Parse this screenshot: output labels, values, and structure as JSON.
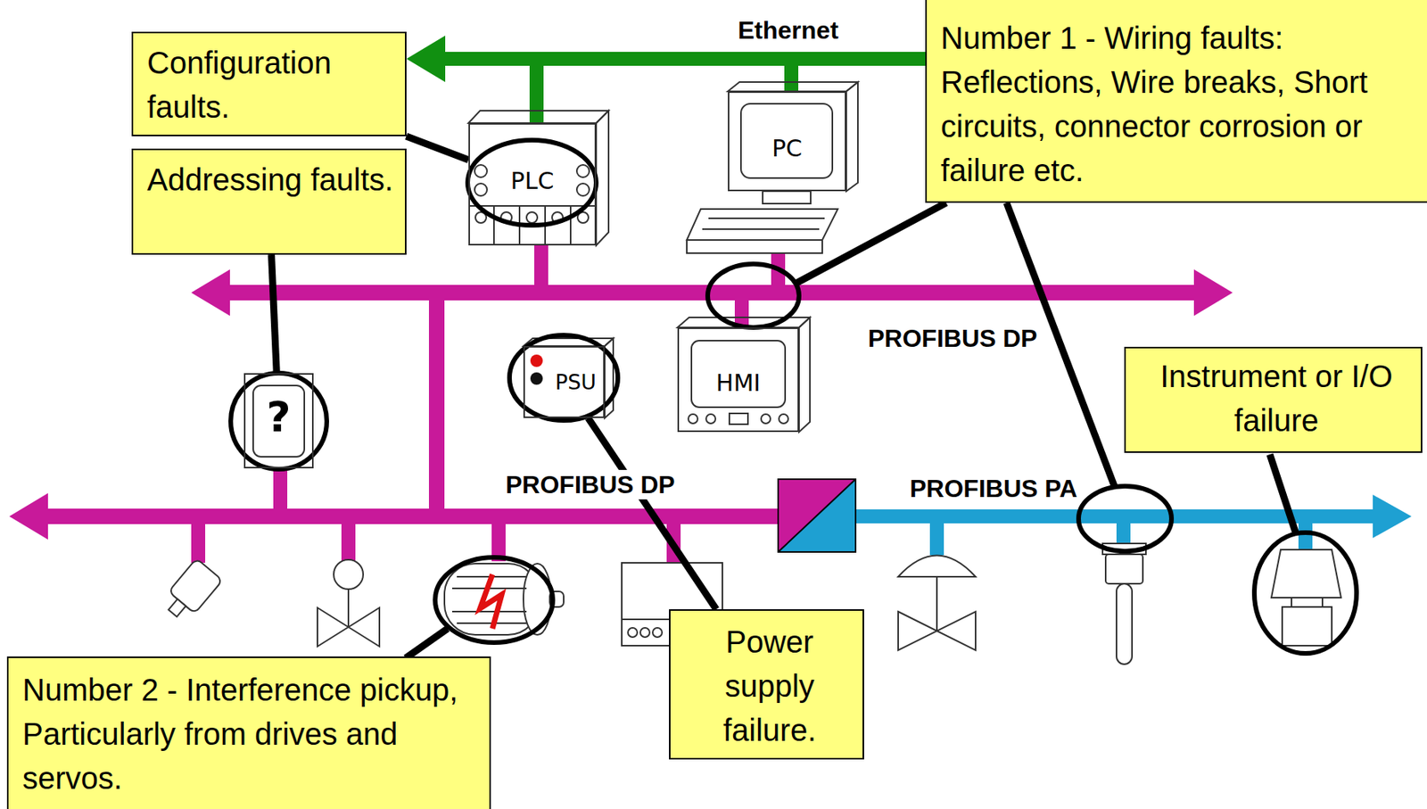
{
  "diagram": {
    "nodes": [
      {
        "text": [
          "Configuration faults."
        ]
      },
      {
        "text": [
          "Number 1 - Wiring faults: Reflections, Wire breaks, Short circuits, connector corrosion or failure etc."
        ]
      },
      {
        "text": [
          "Addressing faults."
        ]
      },
      {
        "text": [
          "PLC"
        ]
      },
      {
        "text": [
          "PC"
        ]
      },
      {
        "text": [
          "HMI"
        ]
      },
      {
        "text": [
          "PSU"
        ]
      },
      {
        "text": [
          "?"
        ]
      },
      {
        "text": [
          "Instrument or I/O failure"
        ]
      },
      {
        "text": [
          "Number 2 - Interference pickup, Particularly from drives and servos."
        ]
      },
      {
        "text": [
          "Power supply failure."
        ]
      }
    ],
    "edges": [
      {
        "from": 0,
        "to": 3,
        "arrow": "none"
      },
      {
        "from": 2,
        "to": 7,
        "arrow": "none"
      },
      {
        "from": 10,
        "to": 6,
        "arrow": "none"
      }
    ],
    "labels": [
      "Ethernet",
      "PROFIBUS DP",
      "PROFIBUS DP",
      "PROFIBUS PA"
    ]
  }
}
